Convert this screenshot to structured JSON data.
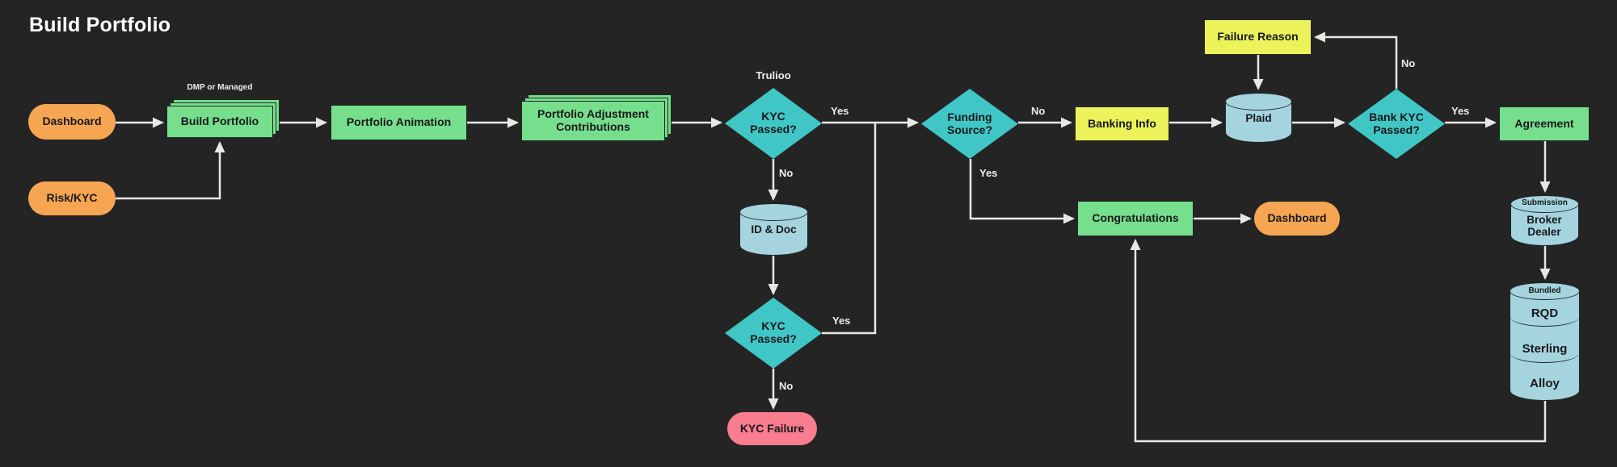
{
  "title": "Build Portfolio",
  "colors": {
    "background": "#242424",
    "process_green": "#76DE8D",
    "terminator_orange": "#F6A552",
    "terminator_pink": "#F87D8F",
    "decision_teal": "#41C6C6",
    "data_yellow": "#EBF25A",
    "database_blue": "#A5D4DE",
    "connector_gray": "#E9E7E4",
    "label_white": "#EFEDEA",
    "node_text": "#17181a"
  },
  "nodes": {
    "dashboard_start": {
      "label": "Dashboard"
    },
    "risk_kyc": {
      "label": "Risk/KYC"
    },
    "build_portfolio": {
      "label": "Build Portfolio",
      "caption": "DMP or Managed"
    },
    "portfolio_animation": {
      "label": "Portfolio  Animation"
    },
    "portfolio_adjustment": {
      "label": "Portfolio Adjustment Contributions"
    },
    "kyc_passed_1": {
      "label": "KYC Passed?",
      "caption": "Trulioo"
    },
    "id_doc": {
      "label": "ID & Doc"
    },
    "kyc_passed_2": {
      "label": "KYC Passed?"
    },
    "kyc_failure": {
      "label": "KYC Failure"
    },
    "funding_source": {
      "label": "Funding Source?"
    },
    "banking_info": {
      "label": "Banking Info"
    },
    "plaid": {
      "label": "Plaid"
    },
    "failure_reason": {
      "label": "Failure Reason"
    },
    "bank_kyc_passed": {
      "label": "Bank KYC Passed?"
    },
    "agreement": {
      "label": "Agreement"
    },
    "broker_dealer": {
      "label": "Broker Dealer",
      "caption": "Submission"
    },
    "bundled_stack": {
      "caption": "Bundled",
      "segments": [
        "RQD",
        "Sterling",
        "Alloy"
      ]
    },
    "congratulations": {
      "label": "Congratulations"
    },
    "dashboard_end": {
      "label": "Dashboard"
    }
  },
  "edge_labels": {
    "kyc1_yes": "Yes",
    "kyc1_no": "No",
    "kyc2_yes": "Yes",
    "kyc2_no": "No",
    "funding_no": "No",
    "funding_yes": "Yes",
    "bank_no": "No",
    "bank_yes": "Yes"
  }
}
